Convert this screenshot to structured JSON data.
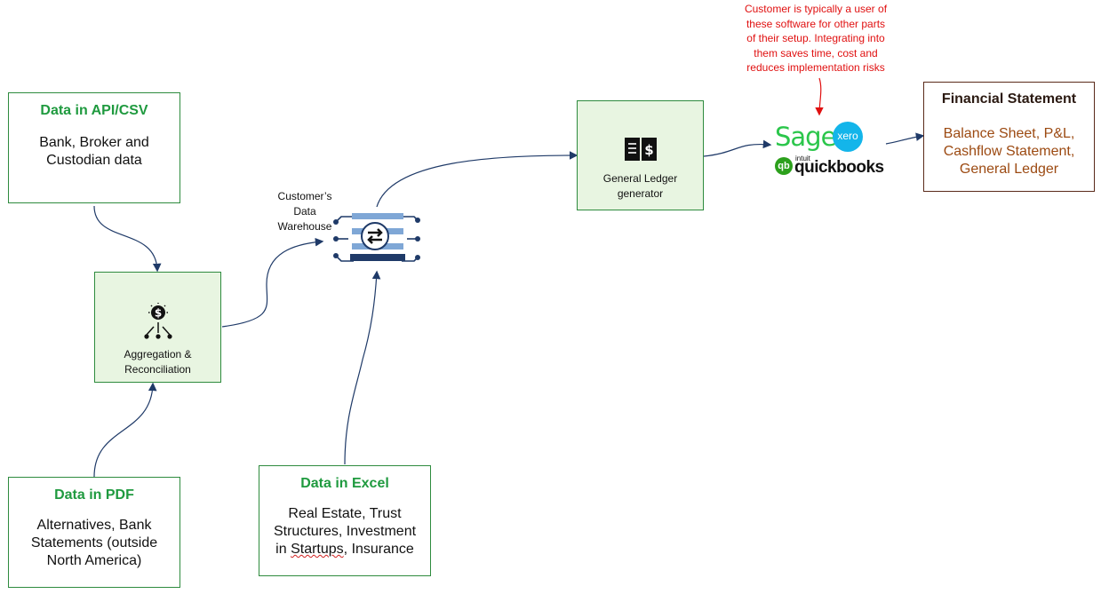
{
  "api_box": {
    "title": "Data in API/CSV",
    "body_line1": "Bank, Broker and",
    "body_line2": "Custodian data"
  },
  "pdf_box": {
    "title": "Data in PDF",
    "body_line1": "Alternatives, Bank",
    "body_line2": "Statements (outside",
    "body_line3": "North America)"
  },
  "excel_box": {
    "title": "Data in Excel",
    "body_line1": "Real Estate, Trust",
    "body_line2": "Structures, Investment",
    "body_line3_a": "in ",
    "body_line3_b": "Startups",
    "body_line3_c": ", Insurance"
  },
  "aggregation_box": {
    "label_line1": "Aggregation &",
    "label_line2": "Reconciliation",
    "icon": "dollar-network-icon"
  },
  "warehouse": {
    "label_line1": "Customer’s",
    "label_line2": "Data",
    "label_line3": "Warehouse",
    "icon": "data-exchange-icon"
  },
  "ledger_box": {
    "label_line1": "General Ledger",
    "label_line2": "generator",
    "icon": "ledger-book-icon"
  },
  "logos": {
    "sage": "Sage",
    "xero": "xero",
    "intuit": "intuit",
    "quickbooks": "quickbooks"
  },
  "note": {
    "line1": "Customer is typically a user of",
    "line2": "these software for other parts",
    "line3": "of their setup. Integrating into",
    "line4": "them saves time, cost and",
    "line5": "reduces implementation risks"
  },
  "financial_box": {
    "title": "Financial Statement",
    "body_line1": "Balance Sheet, P&L,",
    "body_line2": "Cashflow Statement,",
    "body_line3": "General Ledger"
  },
  "colors": {
    "green_title": "#1f9a3f",
    "box_border": "#2e8b3e",
    "light_fill": "#e8f5e1",
    "arrow": "#1f3a68",
    "note_red": "#e01010",
    "brown_text": "#9c4a12",
    "sage_green": "#2bc64b",
    "xero_blue": "#13b5ea",
    "qb_green": "#2ca01c"
  }
}
